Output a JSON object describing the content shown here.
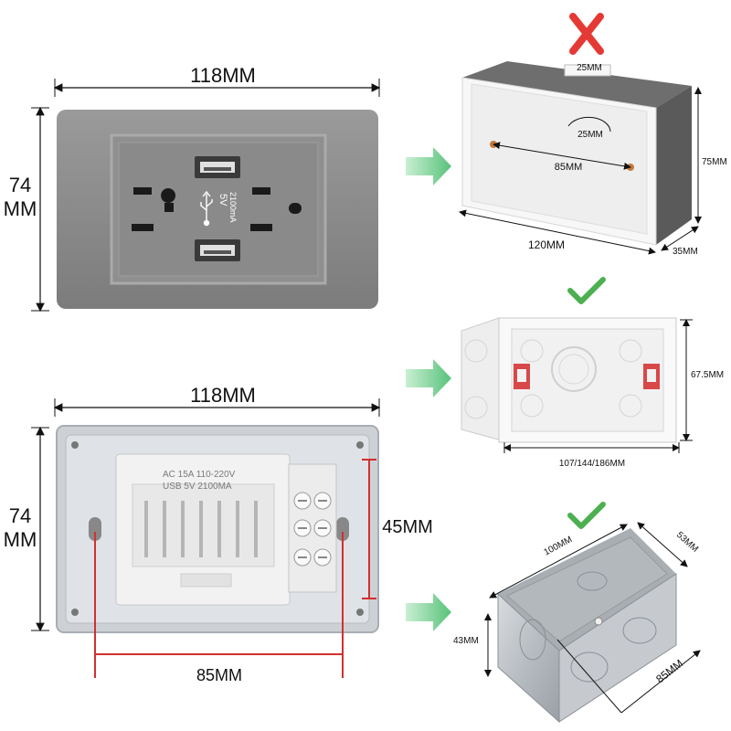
{
  "top_panel": {
    "width_label": "118MM",
    "height_label_line1": "74",
    "height_label_line2": "MM",
    "usb_rating_line1": "5V",
    "usb_rating_line2": "2100mA"
  },
  "bottom_panel": {
    "width_label": "118MM",
    "height_label_line1": "74",
    "height_label_line2": "MM",
    "module_text_line1": "AC 15A 110-220V",
    "module_text_line2": "USB 5V 2100MA",
    "mount_spacing_label": "85MM",
    "module_height_label": "45MM"
  },
  "box_not_compatible": {
    "status": "not compatible",
    "status_color": "#e53935",
    "slot_width_label": "25MM",
    "inner_slot_label": "25MM",
    "hole_spacing_label": "85MM",
    "width_label": "120MM",
    "height_label": "75MM",
    "depth_label": "35MM"
  },
  "box_plastic_compatible": {
    "status": "compatible",
    "status_color": "#4caf50",
    "height_label": "67.5MM",
    "width_label": "107/144/186MM"
  },
  "box_metal_compatible": {
    "status": "compatible",
    "status_color": "#4caf50",
    "length_label": "100MM",
    "depth_label": "53MM",
    "height_label": "43MM",
    "hole_spacing_label": "85MM"
  },
  "arrow_color": "#6fcf8a",
  "dimension_color": "#d32f2f"
}
